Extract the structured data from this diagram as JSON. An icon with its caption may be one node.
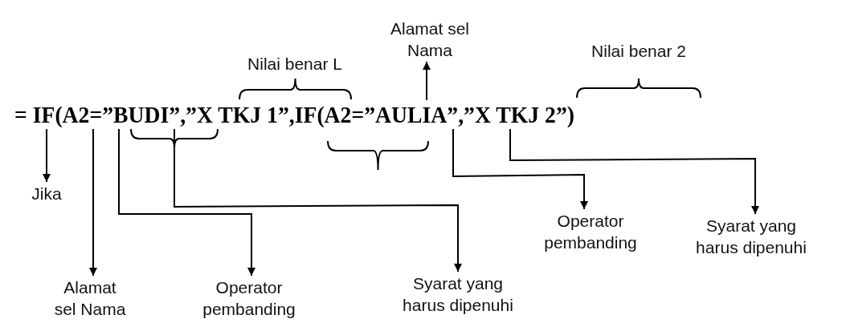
{
  "diagram": {
    "nodes": [
      {
        "text": [
          "Alamat sel Nama"
        ]
      },
      {
        "text": [
          "Jika"
        ]
      },
      {
        "text": [
          "Operator pembanding"
        ]
      },
      {
        "text": [
          "Syarat yang harus dipenuhi"
        ]
      },
      {
        "text": [
          "Syarat yang harus dipenuhi"
        ]
      },
      {
        "text": [
          "Alamat sel Nama"
        ]
      },
      {
        "text": [
          "Operator pembanding"
        ]
      },
      {
        "text": [
          "= IF(A2=”BUDI”,”X TKJ 1”,IF(A2=”AULIA”,”X TKJ 2”)"
        ]
      }
    ],
    "edges": [
      {
        "from": 7,
        "to": 0,
        "arrow": "to"
      },
      {
        "from": 7,
        "to": 1,
        "arrow": "to"
      },
      {
        "from": 7,
        "to": 5,
        "arrow": "to"
      },
      {
        "from": 7,
        "to": 6,
        "arrow": "to"
      },
      {
        "from": 7,
        "to": 4,
        "arrow": "to"
      },
      {
        "from": 7,
        "to": 2,
        "arrow": "to"
      },
      {
        "from": 7,
        "to": 3,
        "arrow": "to"
      }
    ],
    "labels": [
      "Nilai benar L",
      "Nilai benar 2"
    ]
  }
}
